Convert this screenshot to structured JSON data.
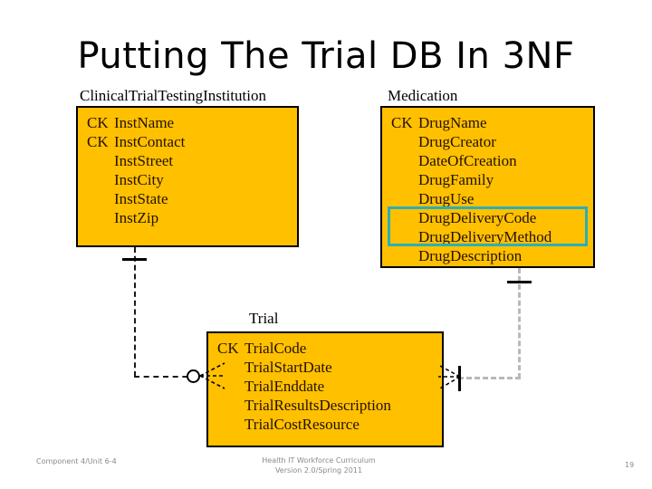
{
  "slide": {
    "title": "Putting The Trial DB In 3NF",
    "page_number": "19",
    "accent_color": "#FFC000",
    "highlight_color": "#2BAFB5"
  },
  "entities": [
    {
      "id": "clinical-trial-testing-institution",
      "label": "ClinicalTrialTestingInstitution",
      "attributes": [
        {
          "key": "CK",
          "name": "InstName"
        },
        {
          "key": "CK",
          "name": "InstContact"
        },
        {
          "key": "",
          "name": "InstStreet"
        },
        {
          "key": "",
          "name": "InstCity"
        },
        {
          "key": "",
          "name": "InstState"
        },
        {
          "key": "",
          "name": "InstZip"
        }
      ]
    },
    {
      "id": "medication",
      "label": "Medication",
      "attributes": [
        {
          "key": "CK",
          "name": "DrugName"
        },
        {
          "key": "",
          "name": "DrugCreator"
        },
        {
          "key": "",
          "name": "DateOfCreation"
        },
        {
          "key": "",
          "name": "DrugFamily"
        },
        {
          "key": "",
          "name": "DrugUse"
        },
        {
          "key": "",
          "name": "DrugDeliveryCode"
        },
        {
          "key": "",
          "name": "DrugDeliveryMethod"
        },
        {
          "key": "",
          "name": "DrugDescription"
        }
      ]
    },
    {
      "id": "trial",
      "label": "Trial",
      "attributes": [
        {
          "key": "CK",
          "name": "TrialCode"
        },
        {
          "key": "",
          "name": "TrialStartDate"
        },
        {
          "key": "",
          "name": "TrialEnddate"
        },
        {
          "key": "",
          "name": "TrialResultsDescription"
        },
        {
          "key": "",
          "name": "TrialCostResource"
        }
      ]
    }
  ],
  "footer": {
    "left": "Component 4/Unit 6-4",
    "center_line1": "Health IT Workforce Curriculum",
    "center_line2": "Version 2.0/Spring 2011"
  }
}
